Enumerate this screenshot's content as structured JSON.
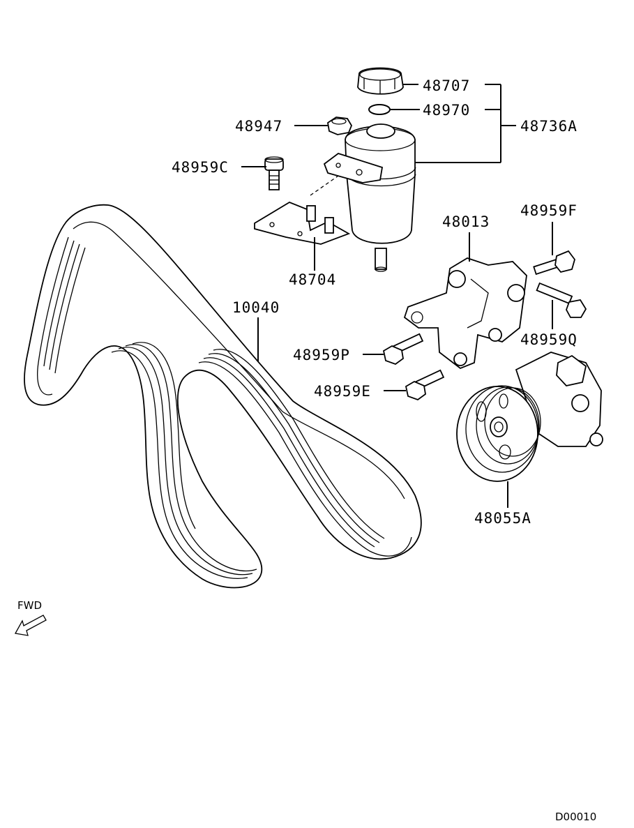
{
  "labels": {
    "cap": "48707",
    "oring": "48970",
    "reservoir_assy": "48736A",
    "nut": "48947",
    "bolt_c": "48959C",
    "bracket_pump": "48013",
    "bolt_f": "48959F",
    "reservoir_bracket": "48704",
    "belt": "10040",
    "bolt_q": "48959Q",
    "bolt_p": "48959P",
    "bolt_e": "48959E",
    "pump": "48055A"
  },
  "fwd": "FWD",
  "code": "D00010"
}
